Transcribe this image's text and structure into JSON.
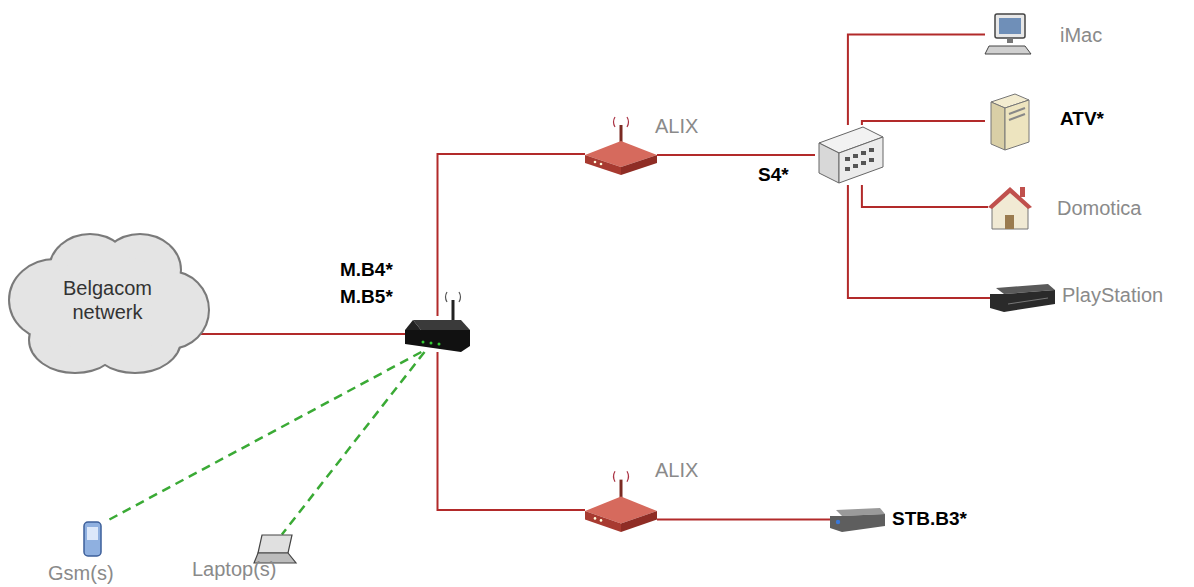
{
  "diagram": {
    "nodes": [
      {
        "text": [
          "Belgacom netwerk"
        ]
      },
      {
        "text": [
          "M.B4*",
          "M.B5*"
        ]
      },
      {
        "text": [
          "ALIX"
        ]
      },
      {
        "text": [
          "S4*"
        ]
      },
      {
        "text": [
          "iMac"
        ]
      },
      {
        "text": [
          "ATV*"
        ]
      },
      {
        "text": [
          "Domotica"
        ]
      },
      {
        "text": [
          "PlayStation"
        ]
      },
      {
        "text": [
          "ALIX"
        ]
      },
      {
        "text": [
          "STB.B3*"
        ]
      },
      {
        "text": [
          "Gsm(s)"
        ]
      },
      {
        "text": [
          "Laptop(s)"
        ]
      }
    ],
    "edges": [
      {
        "from": 0,
        "to": 1,
        "arrow": "none"
      },
      {
        "from": 1,
        "to": 2,
        "arrow": "none"
      },
      {
        "from": 2,
        "to": 3,
        "arrow": "none"
      },
      {
        "from": 3,
        "to": 4,
        "arrow": "none"
      },
      {
        "from": 3,
        "to": 5,
        "arrow": "none"
      },
      {
        "from": 3,
        "to": 6,
        "arrow": "none"
      },
      {
        "from": 3,
        "to": 7,
        "arrow": "none"
      },
      {
        "from": 1,
        "to": 8,
        "arrow": "none"
      },
      {
        "from": 8,
        "to": 9,
        "arrow": "none"
      },
      {
        "from": 1,
        "to": 10,
        "arrow": "none"
      },
      {
        "from": 1,
        "to": 11,
        "arrow": "none"
      }
    ]
  }
}
